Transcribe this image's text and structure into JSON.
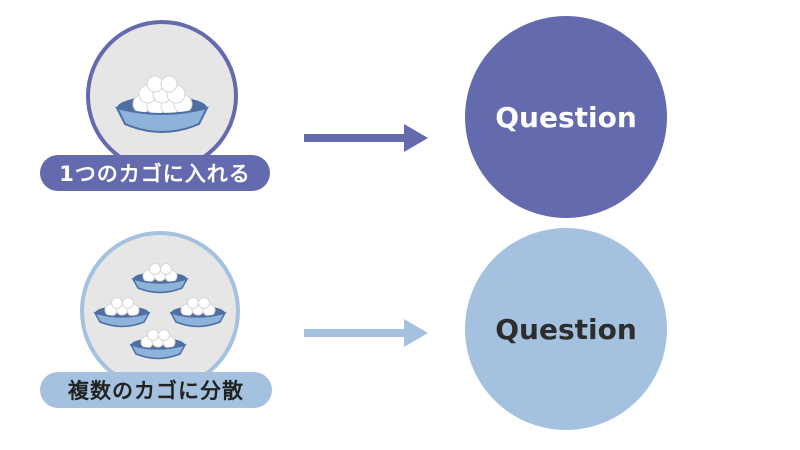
{
  "colors": {
    "primary": "#646aae",
    "secondary": "#a4c2e0",
    "bowl_fill": "#8eb3da",
    "icon_background": "#e6e6e6"
  },
  "rows": [
    {
      "icon": "single-basket-of-eggs-icon",
      "label": "1つのカゴに入れる",
      "arrow": "right-arrow",
      "result": "Question"
    },
    {
      "icon": "four-baskets-of-eggs-icon",
      "label": "複数のカゴに分散",
      "arrow": "right-arrow",
      "result": "Question"
    }
  ]
}
